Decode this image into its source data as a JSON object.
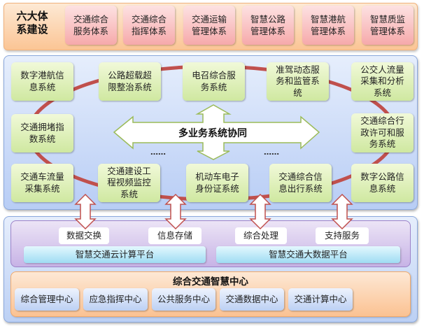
{
  "top": {
    "title_line1": "六大体",
    "title_line2": "系建设",
    "systems": [
      {
        "line1": "交通综合",
        "line2": "服务体系"
      },
      {
        "line1": "交通综合",
        "line2": "指挥体系"
      },
      {
        "line1": "交通运输",
        "line2": "管理体系"
      },
      {
        "line1": "智慧公路",
        "line2": "管理体系"
      },
      {
        "line1": "智慧港航",
        "line2": "管理体系"
      },
      {
        "line1": "智慧质监",
        "line2": "管理体系"
      }
    ]
  },
  "middle": {
    "center_label": "多业务系统协同",
    "ellipsis": "……",
    "boxes": [
      {
        "id": "port",
        "lines": [
          "数字港航信",
          "息系统"
        ]
      },
      {
        "id": "overload",
        "lines": [
          "公路超载超",
          "限整治系统"
        ]
      },
      {
        "id": "dispatch",
        "lines": [
          "电召综合服",
          "务系统"
        ]
      },
      {
        "id": "driving",
        "lines": [
          "准驾动态服",
          "务和监管系",
          "统"
        ]
      },
      {
        "id": "bus-flow",
        "lines": [
          "公交人流量",
          "采集和分析",
          "系统"
        ]
      },
      {
        "id": "congestion",
        "lines": [
          "交通拥堵指",
          "数系统"
        ]
      },
      {
        "id": "admin",
        "lines": [
          "交通综合行",
          "政许可和服",
          "务系统"
        ]
      },
      {
        "id": "vehicle-flow",
        "lines": [
          "交通车流量",
          "采集系统"
        ]
      },
      {
        "id": "construction",
        "lines": [
          "交通建设工",
          "程视频监控",
          "系统"
        ]
      },
      {
        "id": "vehicle-id",
        "lines": [
          "机动车电子",
          "身份证系统"
        ]
      },
      {
        "id": "travel-info",
        "lines": [
          "交通综合信",
          "息出行系统"
        ]
      },
      {
        "id": "road-info",
        "lines": [
          "数字公路信",
          "息系统"
        ]
      }
    ]
  },
  "platform": {
    "tags": [
      "数据交换",
      "信息存储",
      "综合处理",
      "支持服务"
    ],
    "cloud": "智慧交通云计算平台",
    "bigdata": "智慧交通大数据平台"
  },
  "center": {
    "title": "综合交通智慧中心",
    "items": [
      "综合管理中心",
      "应急指挥中心",
      "公共服务中心",
      "交通数据中心",
      "交通计算中心"
    ]
  },
  "colors": {
    "ring": "#c0504d",
    "arrow_border_green": "#9bbb59",
    "arrow_border_red": "#c0504d"
  }
}
